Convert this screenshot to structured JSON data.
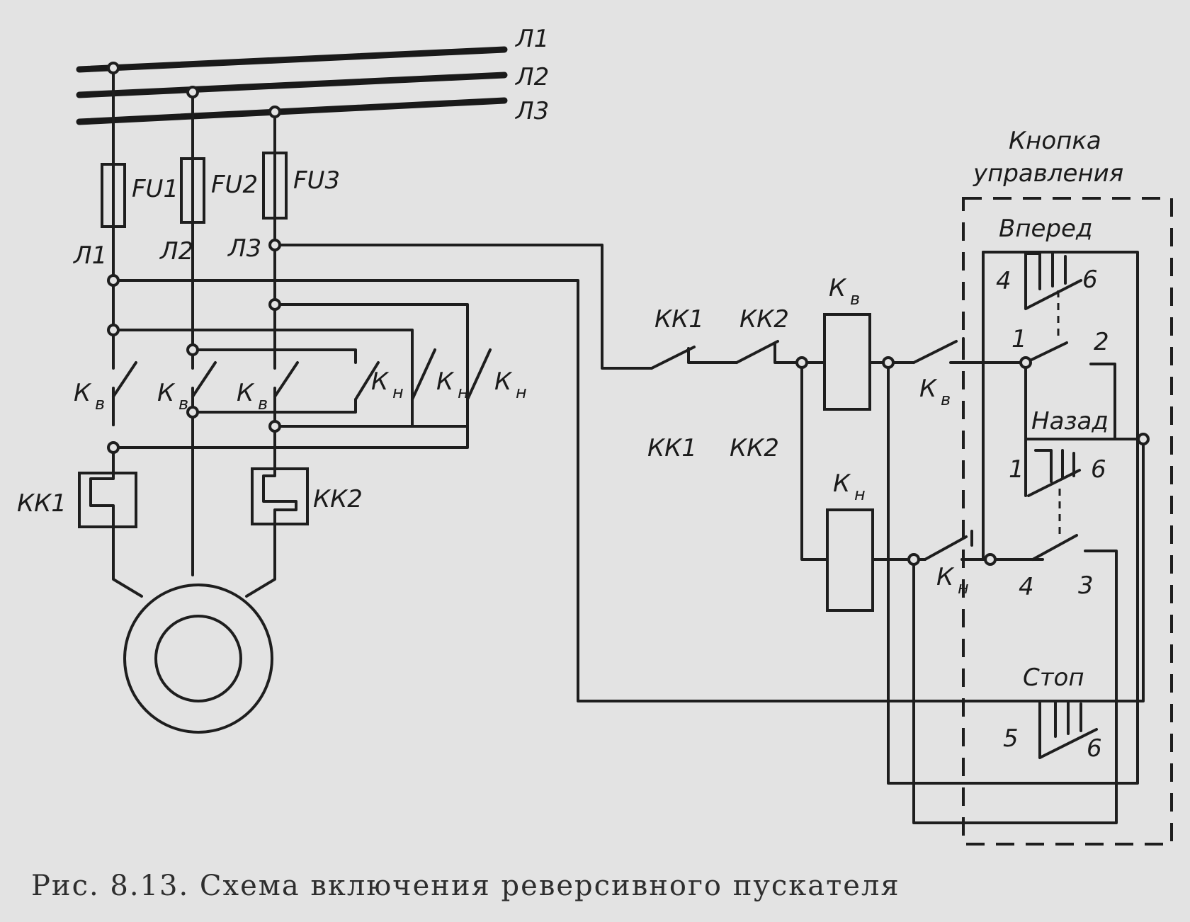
{
  "bus": {
    "l1": "Л1",
    "l2": "Л2",
    "l3": "Л3"
  },
  "fuses": {
    "fu1": "FU1",
    "fu2": "FU2",
    "fu3": "FU3"
  },
  "phase_labels": {
    "l1": "Л1",
    "l2": "Л2",
    "l3": "Л3"
  },
  "contact_main": "К",
  "sub_v": "в",
  "sub_n": "н",
  "relays": {
    "kk1": "КК1",
    "kk2": "КК2"
  },
  "control_box": {
    "title_line1": "Кнопка",
    "title_line2": "управления",
    "forward": "Вперед",
    "back": "Назад",
    "stop": "Стоп",
    "terminals": {
      "fwd_4": "4",
      "fwd_6": "6",
      "t1": "1",
      "t2": "2",
      "back_1": "1",
      "back_6": "6",
      "t4": "4",
      "t3": "3",
      "stop_5": "5",
      "stop_6": "6"
    }
  },
  "caption": "Рис. 8.13. Схема включения реверсивного пускателя"
}
